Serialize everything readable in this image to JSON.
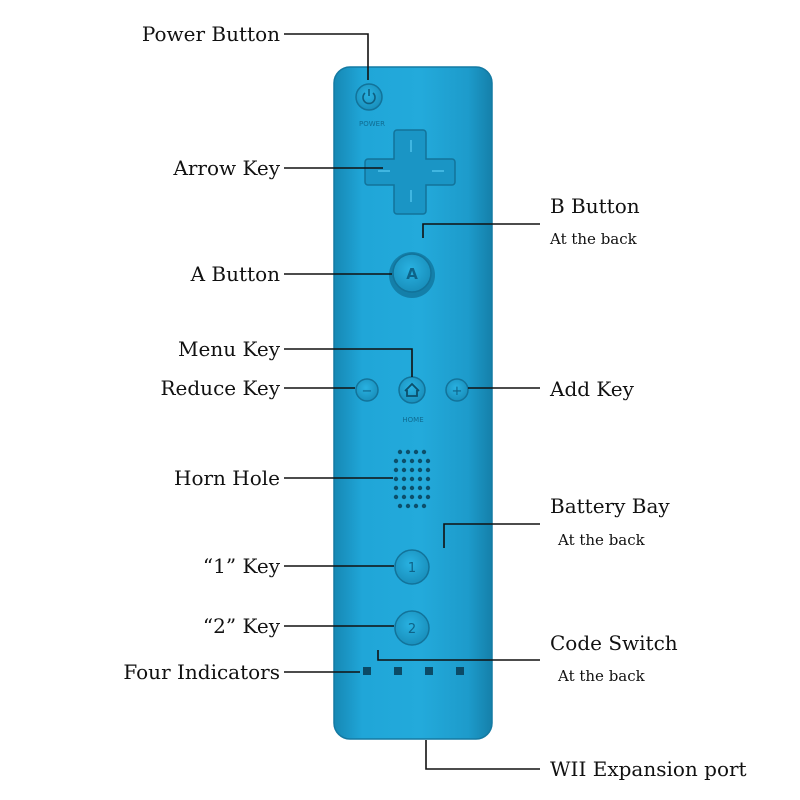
{
  "labels": {
    "power": "Power Button",
    "arrow": "Arrow Key",
    "a_button": "A Button",
    "menu": "Menu Key",
    "reduce": "Reduce Key",
    "horn": "Horn Hole",
    "key1": "“1” Key",
    "key2": "“2” Key",
    "indicators": "Four Indicators",
    "b_button": "B Button",
    "b_button_note": "At the back",
    "add": "Add Key",
    "battery": "Battery Bay",
    "battery_note": "At the back",
    "code": "Code Switch",
    "code_note": "At the back",
    "expansion": "WII Expansion port"
  },
  "controller": {
    "power_text": "POWER",
    "a_text": "A",
    "minus_text": "−",
    "plus_text": "+",
    "home_text": "HOME",
    "one_text": "1",
    "two_text": "2"
  },
  "colors": {
    "body": "#1fa2d4",
    "body_dark": "#1688b4",
    "button": "#1b97c6",
    "line": "#111111"
  }
}
